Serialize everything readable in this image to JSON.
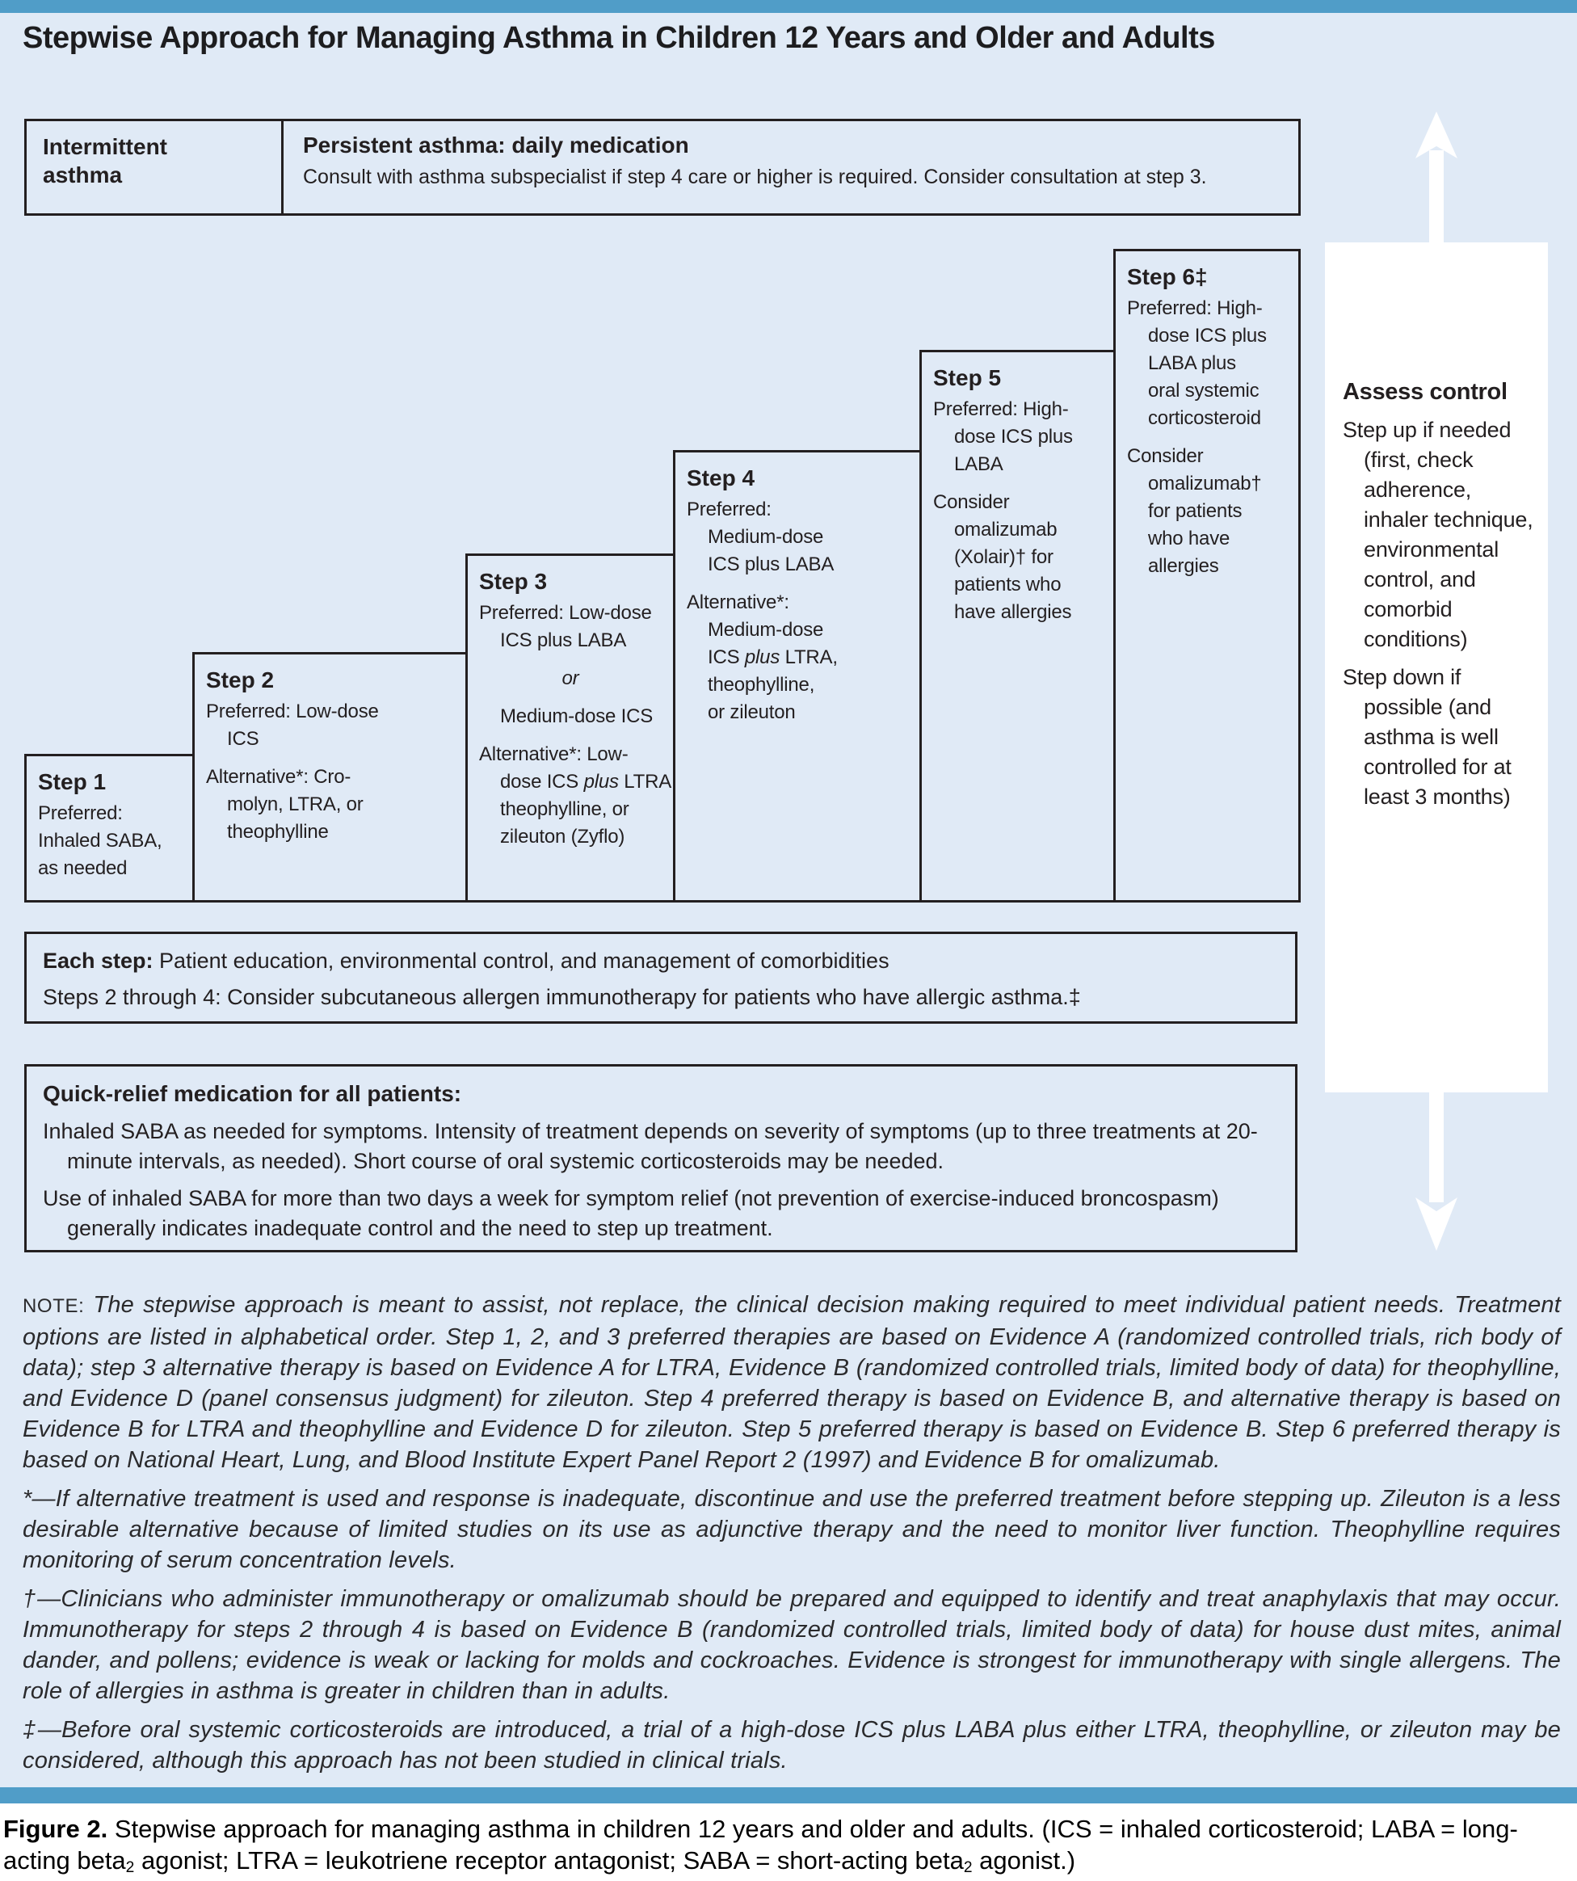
{
  "title": "Stepwise Approach for Managing Asthma in Children 12 Years and Older and Adults",
  "colors": {
    "bar_blue": "#509dc8",
    "figure_background": "#e0eaf6",
    "panel_white": "#ffffff",
    "border": "#231f20"
  },
  "header": {
    "intermittent_lines": [
      "Intermittent",
      "asthma"
    ],
    "persistent_title": "Persistent asthma: daily medication",
    "persistent_sub": "Consult with asthma subspecialist if step 4 care or higher is required. Consider consultation at step 3."
  },
  "steps": [
    {
      "label": "Step 1",
      "lines": [
        {
          "text": "Preferred:"
        },
        {
          "text": "Inhaled SABA,"
        },
        {
          "text": "as needed"
        }
      ]
    },
    {
      "label": "Step 2",
      "lines": [
        {
          "text": "Preferred: Low-dose"
        },
        {
          "text": "ICS",
          "indent": 1
        },
        {
          "text": "Alternative*: Cro-",
          "para": true
        },
        {
          "text": "molyn, LTRA, or",
          "indent": 1
        },
        {
          "text": "theophylline",
          "indent": 1
        }
      ]
    },
    {
      "label": "Step 3",
      "lines": [
        {
          "text": "Preferred: Low-dose"
        },
        {
          "text": "ICS plus LABA",
          "indent": 1
        },
        {
          "text": "or",
          "center": true,
          "italic": true,
          "para": true
        },
        {
          "text": "Medium-dose ICS",
          "indent": 1,
          "para": true
        },
        {
          "text": "Alternative*: Low-",
          "para": true
        },
        {
          "text": [
            "dose ICS ",
            {
              "text": "plus",
              "italic": true
            },
            " LTRA,"
          ],
          "indent": 1
        },
        {
          "text": "theophylline, or",
          "indent": 1
        },
        {
          "text": "zileuton (Zyflo)",
          "indent": 1
        }
      ]
    },
    {
      "label": "Step 4",
      "lines": [
        {
          "text": "Preferred:"
        },
        {
          "text": "Medium-dose",
          "indent": 1
        },
        {
          "text": "ICS plus LABA",
          "indent": 1
        },
        {
          "text": "Alternative*:",
          "para": true
        },
        {
          "text": "Medium-dose",
          "indent": 1
        },
        {
          "text": [
            "ICS ",
            {
              "text": "plus",
              "italic": true
            },
            " LTRA,"
          ],
          "indent": 1
        },
        {
          "text": "theophylline,",
          "indent": 1
        },
        {
          "text": "or zileuton",
          "indent": 1
        }
      ]
    },
    {
      "label": "Step 5",
      "lines": [
        {
          "text": "Preferred: High-"
        },
        {
          "text": "dose ICS plus",
          "indent": 1
        },
        {
          "text": "LABA",
          "indent": 1
        },
        {
          "text": "Consider",
          "para": true
        },
        {
          "text": "omalizumab",
          "indent": 1
        },
        {
          "text": "(Xolair)† for",
          "indent": 1
        },
        {
          "text": "patients who",
          "indent": 1
        },
        {
          "text": "have allergies",
          "indent": 1
        }
      ]
    },
    {
      "label": "Step 6‡",
      "lines": [
        {
          "text": "Preferred: High-"
        },
        {
          "text": "dose ICS plus",
          "indent": 1
        },
        {
          "text": "LABA plus",
          "indent": 1
        },
        {
          "text": "oral systemic",
          "indent": 1
        },
        {
          "text": "corticosteroid",
          "indent": 1
        },
        {
          "text": "Consider",
          "para": true
        },
        {
          "text": "omalizumab†",
          "indent": 1
        },
        {
          "text": "for patients",
          "indent": 1
        },
        {
          "text": "who have",
          "indent": 1
        },
        {
          "text": "allergies",
          "indent": 1
        }
      ]
    }
  ],
  "each_step": {
    "lead": "Each step:",
    "lead_rest": " Patient education, environmental control, and management of comorbidities",
    "line2": "Steps 2 through 4: Consider subcutaneous allergen immunotherapy for patients who have allergic asthma.‡"
  },
  "quick_relief": {
    "title": "Quick-relief medication for all patients:",
    "para1": "Inhaled SABA as needed for symptoms. Intensity of treatment depends on severity of symptoms (up to three treatments at 20-minute intervals, as needed). Short course of oral systemic corticosteroids may be needed.",
    "para2": "Use of inhaled SABA for more than two days a week for symptom relief (not prevention of exercise-induced broncospasm) generally indicates inadequate control and the need to step up treatment."
  },
  "assess": {
    "title": "Assess control",
    "para1": "Step up if needed (first, check adherence, inhaler technique, environmental control, and comorbid conditions)",
    "para2": "Step down if possible (and asthma is well controlled for at least 3 months)"
  },
  "notes": {
    "note_label": "NOTE:",
    "note_text": " The stepwise approach is meant to assist, not replace, the clinical decision making required to meet individual patient needs. Treatment options are listed in alphabetical order. Step 1, 2, and 3 preferred therapies are based on Evidence A (randomized controlled trials, rich body of data); step 3 alternative therapy is based on Evidence A for LTRA, Evidence B (randomized controlled trials, limited body of data) for theophylline, and Evidence D (panel consensus judgment) for zileuton. Step 4 preferred therapy is based on Evidence B, and alternative therapy is based on Evidence B for LTRA and theophylline and Evidence D for zileuton. Step 5 preferred therapy is based on Evidence B. Step 6 preferred therapy is based on National Heart, Lung, and Blood Institute Expert Panel Report 2 (1997) and Evidence B for omalizumab.",
    "footnotes": [
      {
        "marker": "*—",
        "text": "If alternative treatment is used and response is inadequate, discontinue and use the preferred treatment before stepping up. Zileuton is a less desirable alternative because of limited studies on its use as adjunctive therapy and the need to monitor liver function. Theophylline requires monitoring of serum concentration levels."
      },
      {
        "marker": "†—",
        "text": "Clinicians who administer immunotherapy or omalizumab should be prepared and equipped to identify and treat anaphylaxis that may occur. Immunotherapy for steps 2 through 4 is based on Evidence B (randomized controlled trials, limited body of data) for house dust mites, animal dander, and pollens; evidence is weak or lacking for molds and cockroaches. Evidence is strongest for immunotherapy with single allergens. The role of allergies in asthma is greater in children than in adults."
      },
      {
        "marker": "‡—",
        "text": "Before oral systemic corticosteroids are introduced, a trial of a high-dose ICS plus LABA plus either LTRA, theophylline, or zileuton may be considered, although this approach has not been studied in clinical trials."
      }
    ]
  },
  "caption": {
    "parts": [
      {
        "text": "Figure 2.",
        "bold": true
      },
      {
        "text": " Stepwise approach for managing asthma in children 12 years and older and adults. (ICS = inhaled corticosteroid; LABA = long-acting beta"
      },
      {
        "text": "2",
        "sub": true
      },
      {
        "text": " agonist; LTRA = leukotriene receptor antagonist; SABA = short-acting beta"
      },
      {
        "text": "2",
        "sub": true
      },
      {
        "text": " agonist.)"
      }
    ]
  }
}
